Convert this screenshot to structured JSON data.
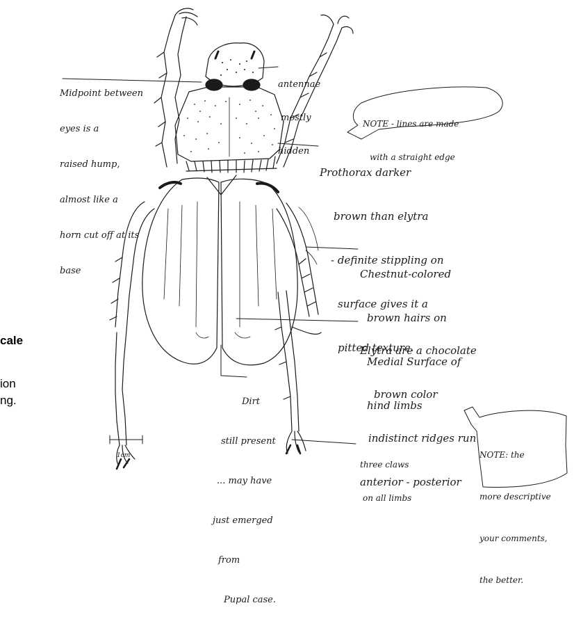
{
  "annotations": {
    "midpoint": [
      "Midpoint between",
      "eyes is a",
      "raised hump,",
      "almost like a",
      "horn cut off at its",
      "base"
    ],
    "antennae": [
      "antennae",
      "mostly",
      "hidden"
    ],
    "note_lines": [
      "NOTE - lines are made",
      "with a straight edge"
    ],
    "prothorax": [
      "Prothorax darker",
      "brown than elytra",
      "- definite stippling on",
      "surface gives it a",
      "pitted texture."
    ],
    "hairs": [
      "Chestnut-colored",
      "brown hairs on",
      "Medial Surface of",
      "hind limbs"
    ],
    "elytra": [
      "Elytra are a chocolate",
      "brown color",
      "indistinct ridges run",
      "anterior - posterior"
    ],
    "dirt": [
      "Dirt",
      "still present",
      "... may have",
      "just emerged",
      "from",
      "Pupal case."
    ],
    "claws": [
      "three claws",
      "on all limbs"
    ],
    "note_comments": [
      "NOTE: the",
      "more descriptive",
      "your comments,",
      "the better."
    ],
    "scale_bar": "1cm"
  },
  "partial_text": {
    "line1": "cale",
    "line2": "ion",
    "line3": "ng."
  }
}
